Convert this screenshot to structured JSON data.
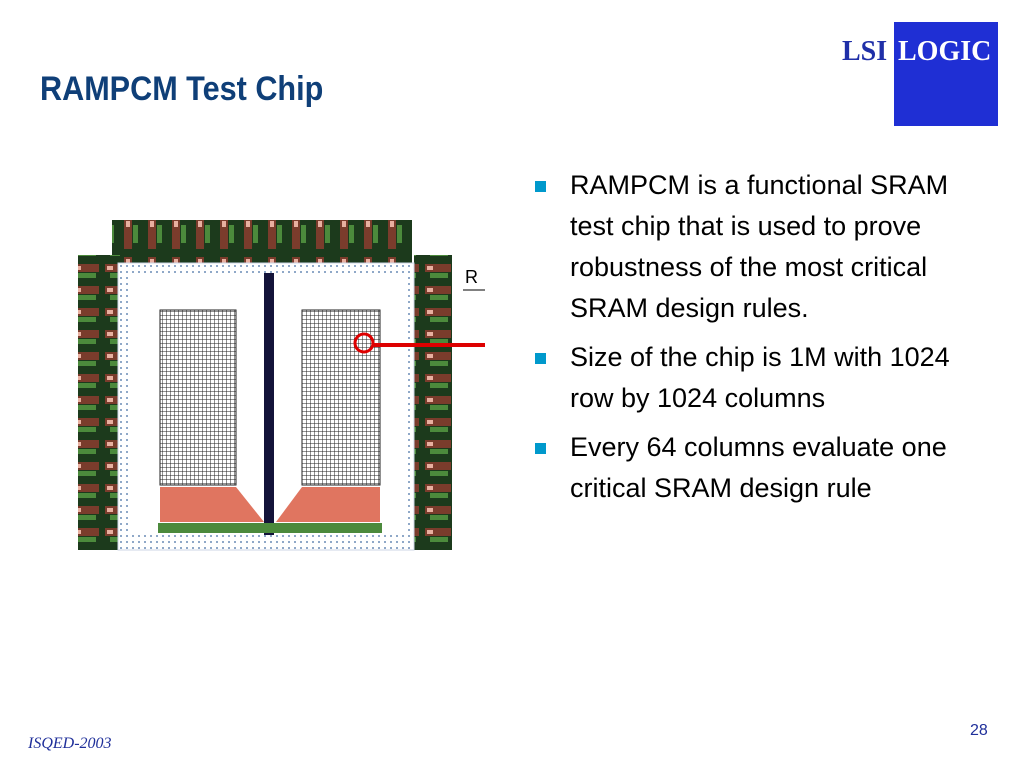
{
  "slide": {
    "title": "RAMPCM Test Chip",
    "logo": {
      "left_text": "LSI",
      "right_text": "LOGIC"
    },
    "bullets": [
      "RAMPCM is a functional SRAM test chip that is used to prove robustness of the most critical SRAM design rules.",
      "Size of the chip is 1M with 1024 row by 1024 columns",
      "Every 64 columns evaluate one critical SRAM design rule"
    ],
    "chip_image": {
      "label_fragment": "R"
    },
    "footer": {
      "left": "ISQED-2003",
      "page_number": "28"
    },
    "colors": {
      "title": "#0f3f78",
      "bullet": "#0099cc",
      "logo_blue": "#1f2fd4",
      "footer": "#1f2f9a",
      "chip_decoder": "#e07560",
      "highlight": "#dd0000"
    }
  }
}
